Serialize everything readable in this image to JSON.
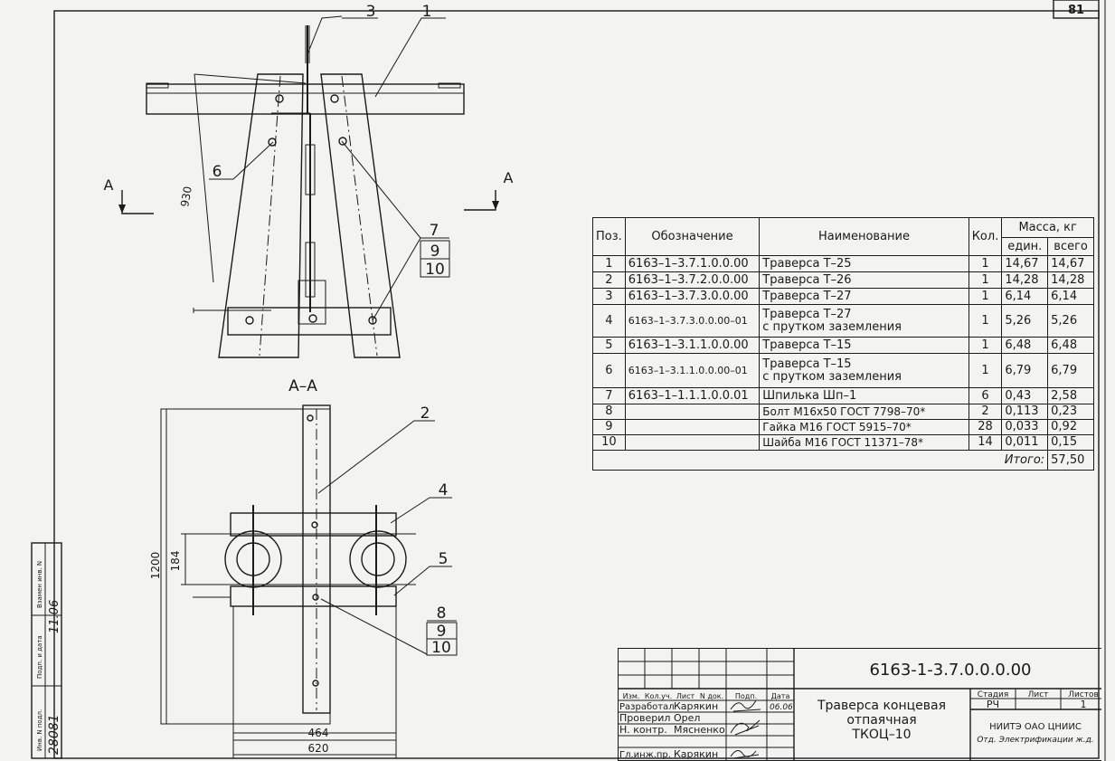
{
  "page_number": "81",
  "drawing": {
    "callouts": [
      "1",
      "2",
      "3",
      "4",
      "5",
      "6",
      "7",
      "9",
      "10",
      "8",
      "9",
      "10"
    ],
    "section_marks": {
      "left": "A",
      "right": "A",
      "section_title": "A–A"
    },
    "dimensions": {
      "d930": "930",
      "d1200": "1200",
      "d184": "184",
      "d464": "464",
      "d620": "620"
    }
  },
  "spec_table": {
    "headers": {
      "pos": "Поз.",
      "designation": "Обозначение",
      "name": "Наименование",
      "qty": "Кол.",
      "mass": "Масса, кг",
      "unit": "един.",
      "total": "всего"
    },
    "rows": [
      {
        "pos": "1",
        "designation": "6163–1–3.7.1.0.0.00",
        "name1": "Траверса Т–25",
        "name2": "",
        "qty": "1",
        "unit": "14,67",
        "total": "14,67"
      },
      {
        "pos": "2",
        "designation": "6163–1–3.7.2.0.0.00",
        "name1": "Траверса Т–26",
        "name2": "",
        "qty": "1",
        "unit": "14,28",
        "total": "14,28"
      },
      {
        "pos": "3",
        "designation": "6163–1–3.7.3.0.0.00",
        "name1": "Траверса Т–27",
        "name2": "",
        "qty": "1",
        "unit": "6,14",
        "total": "6,14"
      },
      {
        "pos": "4",
        "designation": "6163–1–3.7.3.0.0.00–01",
        "name1": "Траверса Т–27",
        "name2": "с прутком заземления",
        "qty": "1",
        "unit": "5,26",
        "total": "5,26"
      },
      {
        "pos": "5",
        "designation": "6163–1–3.1.1.0.0.00",
        "name1": "Траверса Т–15",
        "name2": "",
        "qty": "1",
        "unit": "6,48",
        "total": "6,48"
      },
      {
        "pos": "6",
        "designation": "6163–1–3.1.1.0.0.00–01",
        "name1": "Траверса Т–15",
        "name2": "с прутком заземления",
        "qty": "1",
        "unit": "6,79",
        "total": "6,79"
      },
      {
        "pos": "7",
        "designation": "6163–1–1.1.1.0.0.01",
        "name1": "Шпилька Шп–1",
        "name2": "",
        "qty": "6",
        "unit": "0,43",
        "total": "2,58"
      },
      {
        "pos": "8",
        "designation": "",
        "name1": "Болт М16х50 ГОСТ 7798–70*",
        "name2": "",
        "qty": "2",
        "unit": "0,113",
        "total": "0,23"
      },
      {
        "pos": "9",
        "designation": "",
        "name1": "Гайка М16 ГОСТ 5915–70*",
        "name2": "",
        "qty": "28",
        "unit": "0,033",
        "total": "0,92"
      },
      {
        "pos": "10",
        "designation": "",
        "name1": "Шайба М16 ГОСТ 11371–78*",
        "name2": "",
        "qty": "14",
        "unit": "0,011",
        "total": "0,15"
      }
    ],
    "total_label": "Итого:",
    "total_value": "57,50"
  },
  "title_block": {
    "doc_code": "6163-1-3.7.0.0.0.00",
    "cols": {
      "izm": "Изм.",
      "koluch": "Кол.уч.",
      "list": "Лист",
      "ndok": "N док.",
      "podp": "Подп.",
      "data": "Дата"
    },
    "roles": [
      {
        "role": "Разработал",
        "person": "Карякин",
        "date": "06.06"
      },
      {
        "role": "Проверил",
        "person": "Орел",
        "date": ""
      },
      {
        "role": "Н. контр.",
        "person": "Мясненко",
        "date": ""
      },
      {
        "role": "Гл.инж.пр.",
        "person": "Карякин",
        "date": ""
      }
    ],
    "title_line1": "Траверса концевая",
    "title_line2": "отпаячная",
    "title_line3": "ТКОЦ–10",
    "stage_label": "Стадия",
    "sheet_label": "Лист",
    "sheets_label": "Листов",
    "stage": "РЧ",
    "sheet": "",
    "sheets": "1",
    "org1": "НИИТЭ  ОАО ЦНИИС",
    "org2": "Отд. Электрификации ж.д."
  },
  "side_stamp": {
    "inv_podl": "Инв. N подл.",
    "podp_data": "Подп. и дата",
    "vzam_inv": "Взамен инв. N",
    "inv_value": "28081",
    "sign_date": "11.06"
  }
}
